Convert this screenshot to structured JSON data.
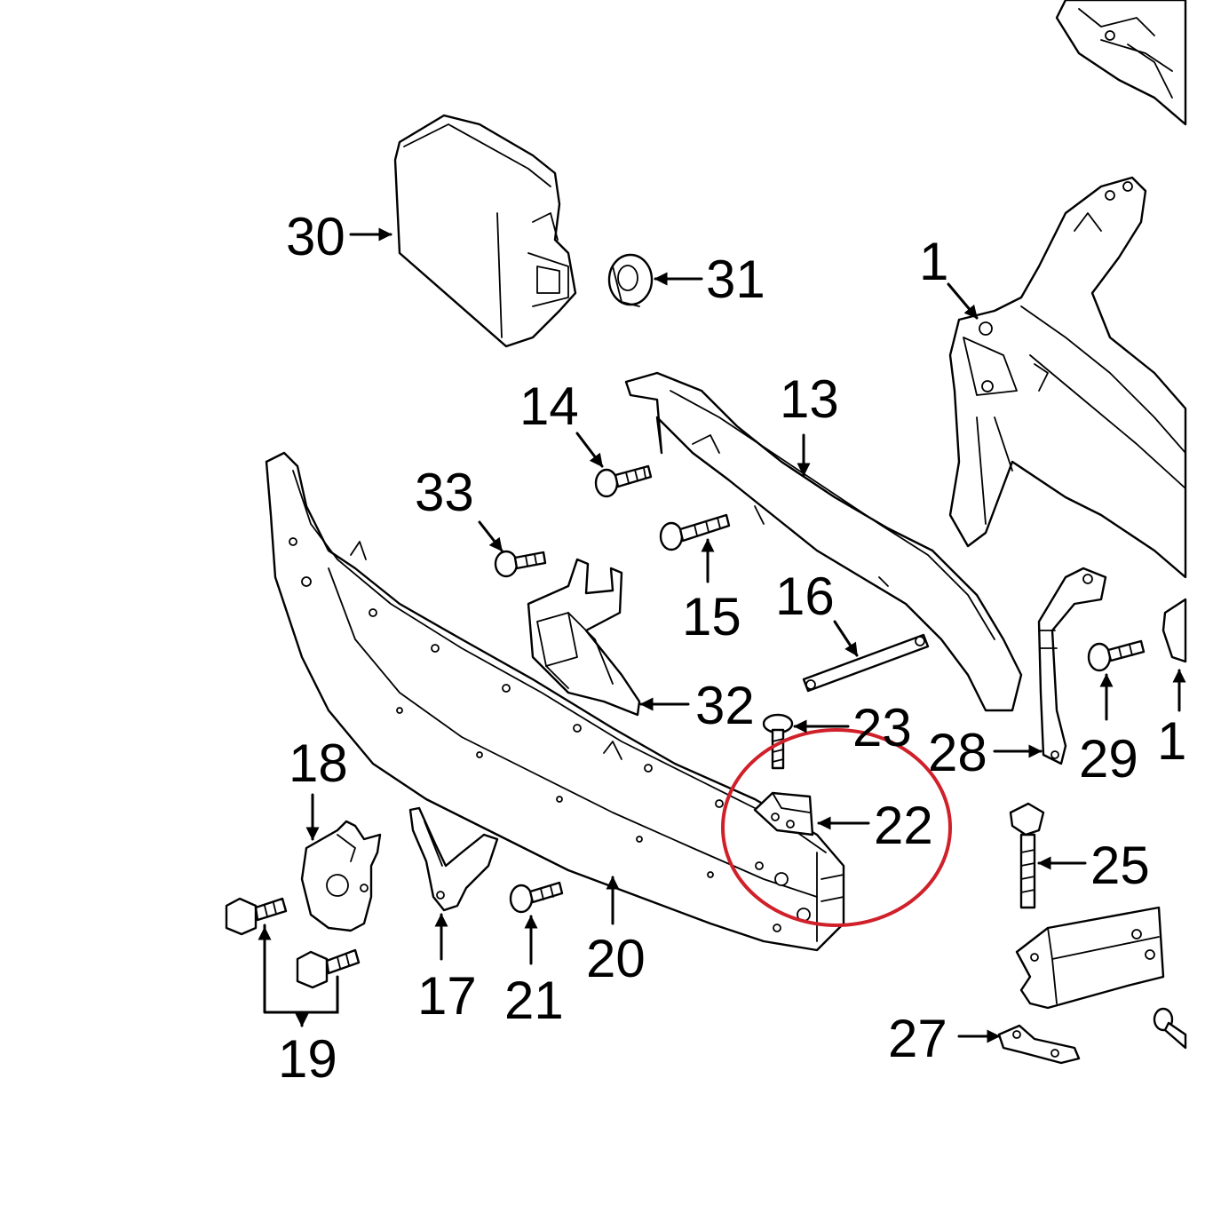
{
  "colors": {
    "line": "#000000",
    "background": "#ffffff",
    "highlight": "#d0202a"
  },
  "callouts": {
    "c1": "1",
    "c13": "13",
    "c14": "14",
    "c15": "15",
    "c16": "16",
    "c17": "17",
    "c18": "18",
    "c19": "19",
    "c20": "20",
    "c21": "21",
    "c22": "22",
    "c23": "23",
    "c25": "25",
    "c27": "27",
    "c28": "28",
    "c29": "29",
    "c30": "30",
    "c31": "31",
    "c32": "32",
    "c33": "33",
    "c1_partial": "1"
  },
  "highlighted_callout": "22"
}
